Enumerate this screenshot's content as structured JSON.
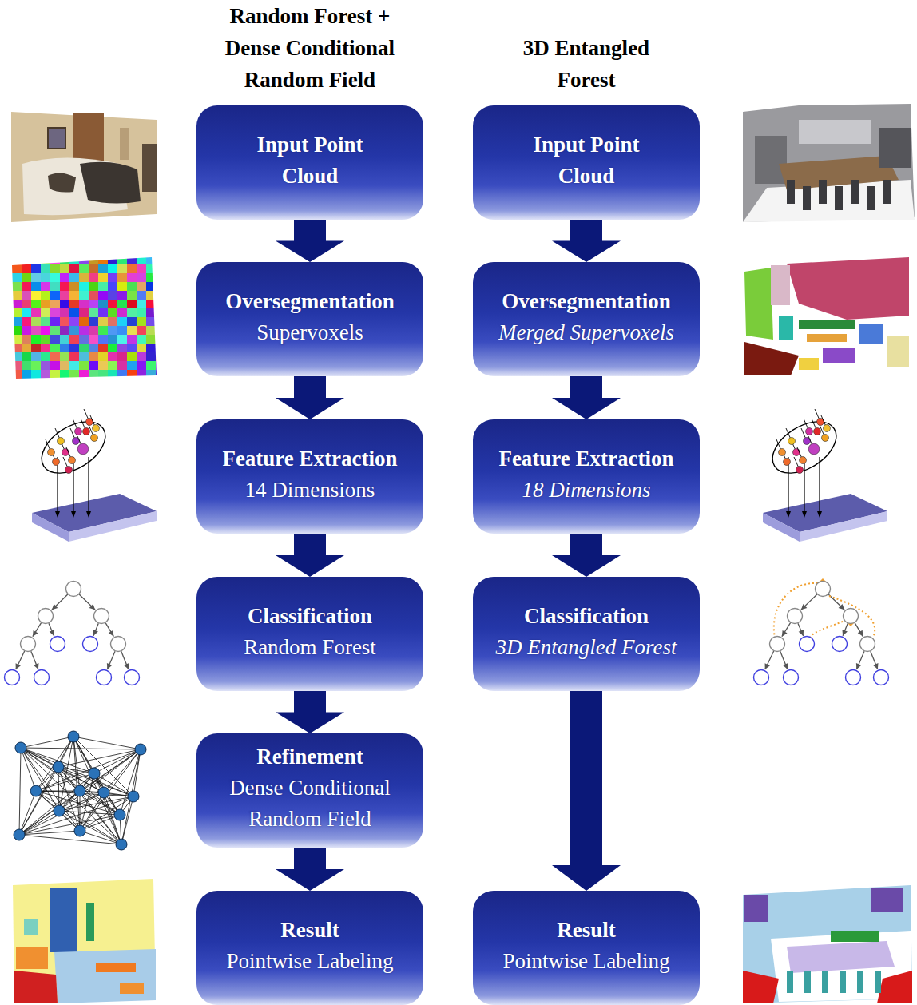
{
  "diagram": {
    "nodes": [
      {
        "text": [
          "Input Point Cloud"
        ]
      },
      {
        "text": [
          "Oversegmentation",
          "Supervoxels"
        ]
      },
      {
        "text": [
          "Feature Extraction",
          "14 Dimensions"
        ]
      },
      {
        "text": [
          "Classification",
          "Random Forest"
        ]
      },
      {
        "text": [
          "Refinement",
          "Dense Conditional Random Field"
        ]
      },
      {
        "text": [
          "Result",
          "Pointwise Labeling"
        ]
      },
      {
        "text": [
          "Input Point Cloud"
        ]
      },
      {
        "text": [
          "Oversegmentation",
          "Merged Supervoxels"
        ]
      },
      {
        "text": [
          "Feature Extraction",
          "18 Dimensions"
        ]
      },
      {
        "text": [
          "Classification",
          "3D Entangled Forest"
        ]
      },
      {
        "text": [
          "Result",
          "Pointwise Labeling"
        ]
      }
    ],
    "edges": [
      {
        "from": 0,
        "to": 1,
        "arrow": "to"
      },
      {
        "from": 1,
        "to": 2,
        "arrow": "to"
      },
      {
        "from": 2,
        "to": 3,
        "arrow": "to"
      },
      {
        "from": 3,
        "to": 4,
        "arrow": "to"
      },
      {
        "from": 4,
        "to": 5,
        "arrow": "to"
      },
      {
        "from": 6,
        "to": 7,
        "arrow": "to"
      },
      {
        "from": 7,
        "to": 8,
        "arrow": "to"
      },
      {
        "from": 8,
        "to": 9,
        "arrow": "to"
      },
      {
        "from": 9,
        "to": 10,
        "arrow": "to"
      }
    ],
    "labels": [
      "Random Forest + Dense Conditional Random Field",
      "3D Entangled Forest"
    ]
  }
}
